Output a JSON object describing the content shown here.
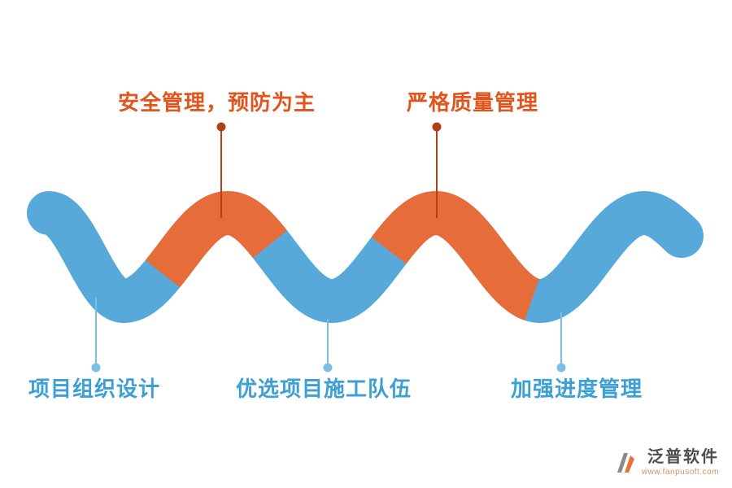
{
  "diagram": {
    "top_callouts": [
      {
        "label": "安全管理，预防为主"
      },
      {
        "label": "严格质量管理"
      }
    ],
    "bottom_callouts": [
      {
        "label": "项目组织设计"
      },
      {
        "label": "优选项目施工队伍"
      },
      {
        "label": "加强进度管理"
      }
    ]
  },
  "colors": {
    "wave_blue": "#57a9da",
    "wave_orange": "#e66c3a",
    "top_text": "#e2541c",
    "top_stem": "#b24015",
    "bottom_text": "#3c9fd6",
    "bottom_stem": "#79bfe7"
  },
  "logo": {
    "name": "泛普软件",
    "url": "www.fanpusoft.com"
  }
}
